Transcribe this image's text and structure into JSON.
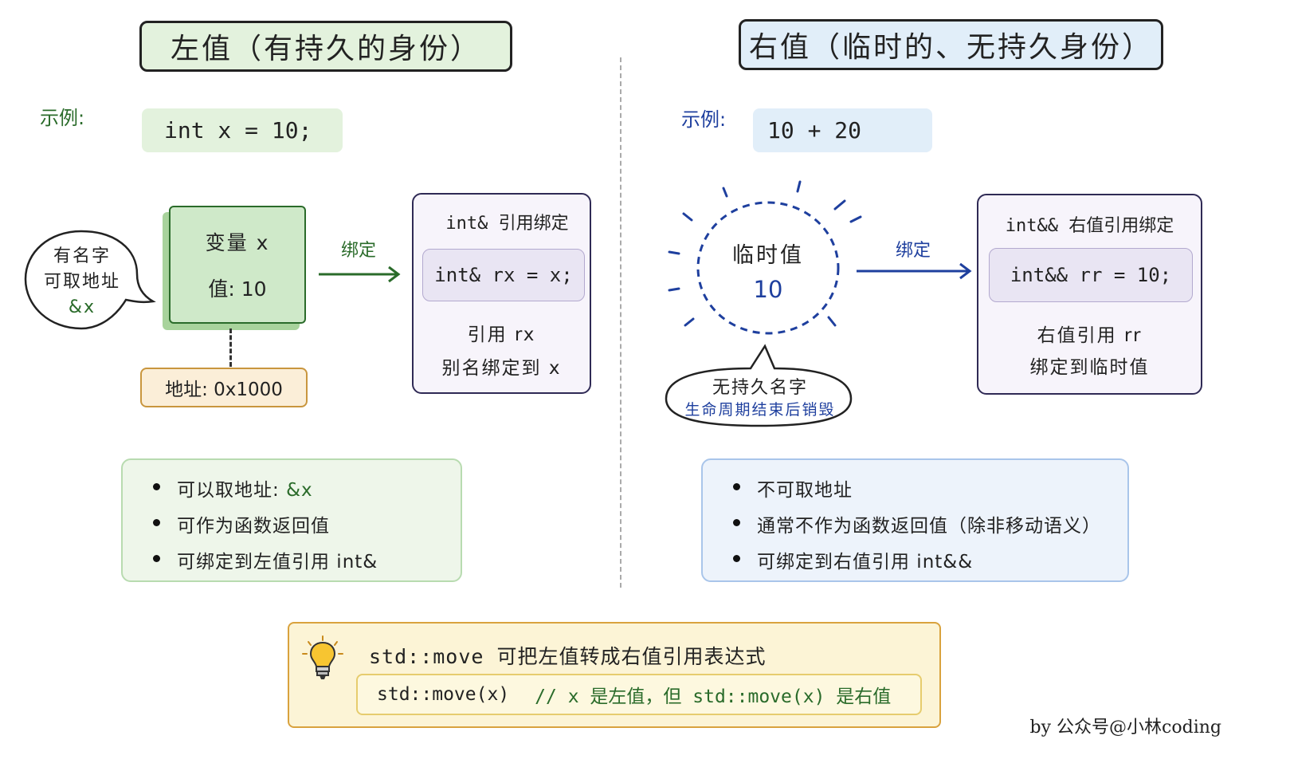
{
  "left": {
    "title": "左值（有持久的身份）",
    "example_label": "示例:",
    "example_code": "int x = 10;",
    "bubble": {
      "line1": "有名字",
      "line2": "可取地址",
      "line3": "&x"
    },
    "variable": {
      "name": "变量 x",
      "value": "值: 10"
    },
    "address": "地址: 0x1000",
    "arrow_label": "绑定",
    "ref": {
      "title": "int& 引用绑定",
      "code": "int& rx = x;",
      "line1": "引用 rx",
      "line2": "别名绑定到 x"
    },
    "bullets": [
      {
        "text": "可以取地址: ",
        "highlight": "&x"
      },
      {
        "text": "可作为函数返回值",
        "highlight": ""
      },
      {
        "text": "可绑定到左值引用 int&",
        "highlight": ""
      }
    ]
  },
  "right": {
    "title": "右值（临时的、无持久身份）",
    "example_label": "示例:",
    "example_code": "10 + 20",
    "temp": {
      "label": "临时值",
      "value": "10"
    },
    "bubble": {
      "line1": "无持久名字",
      "line2": "生命周期结束后销毁"
    },
    "arrow_label": "绑定",
    "ref": {
      "title": "int&& 右值引用绑定",
      "code": "int&& rr = 10;",
      "line1": "右值引用 rr",
      "line2": "绑定到临时值"
    },
    "bullets": [
      {
        "text": "不可取地址"
      },
      {
        "text": "通常不作为函数返回值（除非移动语义）"
      },
      {
        "text": "可绑定到右值引用 int&&"
      }
    ]
  },
  "tip": {
    "icon": "lightbulb-icon",
    "title": "std::move 可把左值转成右值引用表达式",
    "code": "std::move(x)",
    "comment": "// x 是左值，但 std::move(x) 是右值"
  },
  "credit": "by 公众号@小林coding",
  "colors": {
    "green": "#2a6b2a",
    "blue": "#1e3f9e",
    "purple": "#2f2a55",
    "orange": "#c9963e"
  }
}
